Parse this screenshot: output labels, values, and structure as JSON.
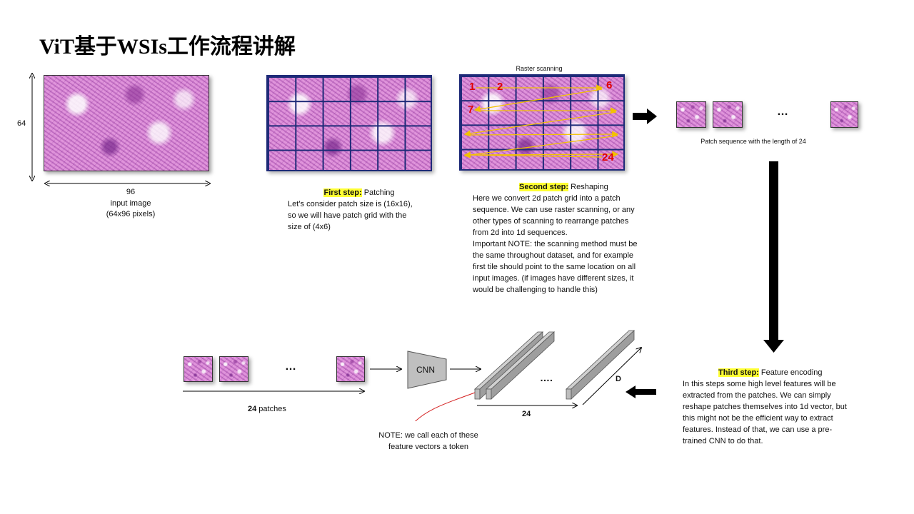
{
  "title": "ViT基于WSIs工作流程讲解",
  "input_image": {
    "height_label": "64",
    "width_label": "96",
    "caption_line1": "input image",
    "caption_line2": "(64x96 pixels)"
  },
  "raster_label": "Raster scanning",
  "raster_numbers": [
    "1",
    "2",
    "6",
    "7",
    "24"
  ],
  "sequence": {
    "ellipsis": "…",
    "caption": "Patch sequence with the length of 24"
  },
  "step1": {
    "label": "First step:",
    "name": " Patching",
    "lines": [
      "Let’s consider patch size is (16x16),",
      "so we will have patch grid with the",
      "size of (4x6)"
    ]
  },
  "step2": {
    "label": "Second step:",
    "name": " Reshaping",
    "lines": [
      "Here we convert 2d patch grid into a patch",
      "sequence.  We can use raster scanning, or any",
      "other types of scanning to rearrange patches",
      "from 2d into 1d sequences.",
      "Important NOTE:  the scanning method must be",
      "the same throughout dataset, and for example",
      "first tile should point to the same location on all",
      "input images. (if images have different sizes, it",
      "would be challenging to handle this)"
    ]
  },
  "step3": {
    "label": "Third  step:",
    "name": " Feature encoding",
    "lines": [
      "In this steps some high level features will be",
      "extracted from the patches. We can simply",
      "reshape patches themselves into 1d vector, but",
      "this might not be the efficient way to extract",
      "features. Instead of that, we can use a pre-",
      "trained CNN  to do that."
    ]
  },
  "bottom": {
    "ellipsis": "…",
    "patches_count": "24",
    "patches_word": " patches",
    "cnn_label": "CNN",
    "vector_ellipsis": "….",
    "vectors_count": "24",
    "dim_label": "D",
    "note_line1": "NOTE:  we call each of these",
    "note_line2": "feature vectors a token"
  },
  "colors": {
    "highlight": "#ffff33",
    "grid": "#1e2a78",
    "scan_arrow": "#f2c200",
    "number_red": "#e00000",
    "note_arrow": "#d41f1f"
  }
}
